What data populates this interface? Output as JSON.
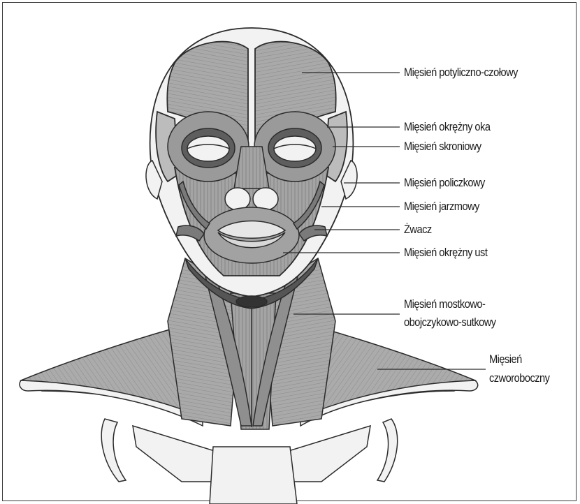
{
  "labels": {
    "occipitofrontalis": "Mięsień potyliczno-czołowy",
    "orbicularis_oculi": "Mięsień okrężny oka",
    "temporalis": "Mięsień skroniowy",
    "buccinator": "Mięsień policzkowy",
    "zygomaticus": "Mięsień jarzmowy",
    "masseter": "Żwacz",
    "orbicularis_oris": "Mięsień okrężny ust",
    "sternocleidomastoid_line1": "Mięsień mostkowo-",
    "sternocleidomastoid_line2": "obojczykowo-sutkowy",
    "trapezius_line1": "Mięsień",
    "trapezius_line2": "czworoboczny"
  },
  "colors": {
    "muscle": "#a9a9a9",
    "muscle_dark": "#6e6e6e",
    "outline": "#2b2b2b",
    "bone": "#f2f2f2",
    "frame": "#3a3a3a"
  }
}
